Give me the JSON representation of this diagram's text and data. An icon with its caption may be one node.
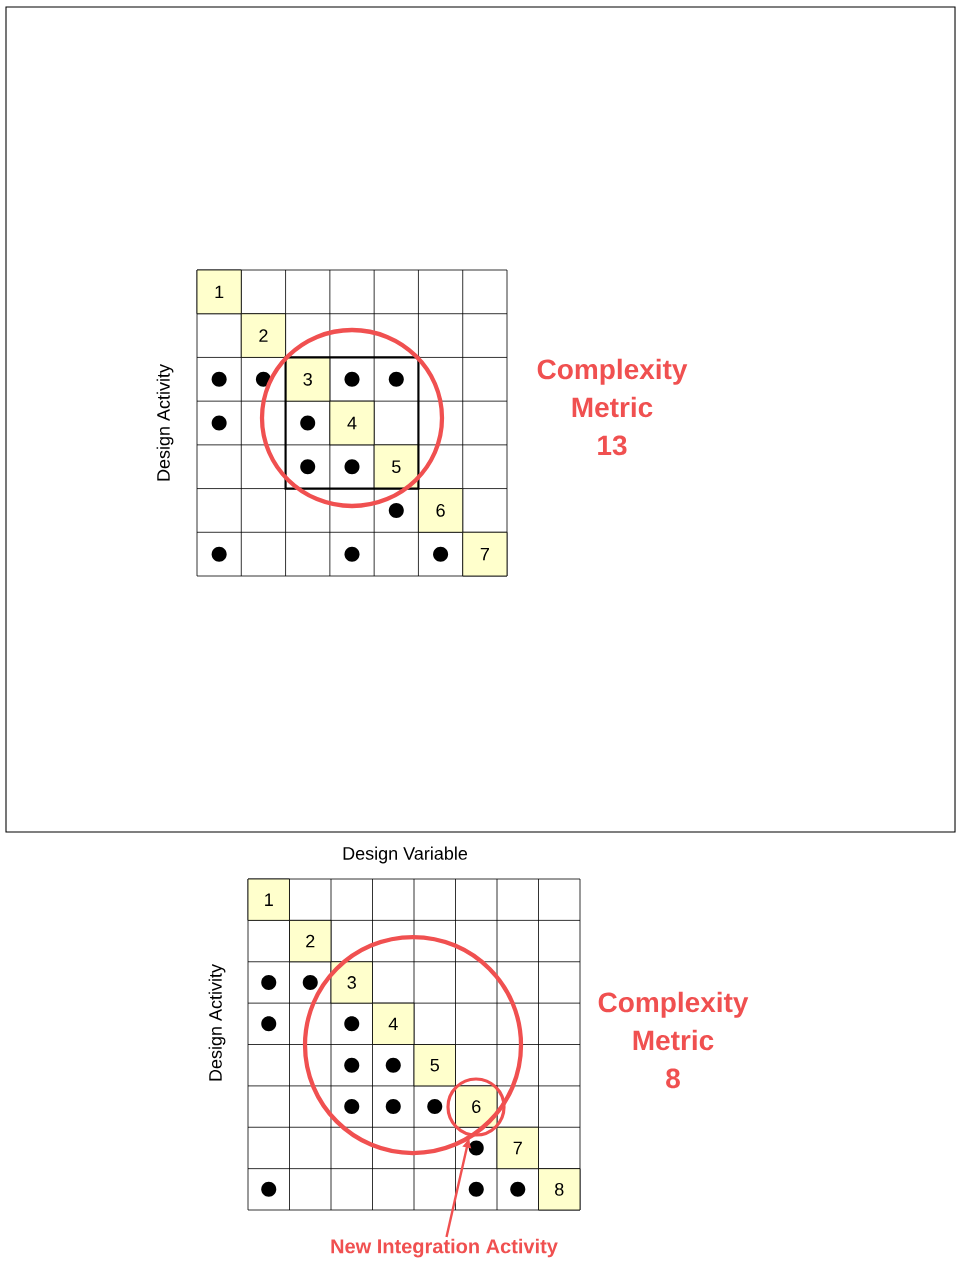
{
  "diagram": {
    "nodes": [
      {
        "text": [
          "New Integration Activity"
        ]
      },
      {
        "text": [],
        "shape": "circle"
      }
    ],
    "edges": [
      {
        "from": 0,
        "to": 1,
        "arrow": "to"
      }
    ],
    "labels": [
      "Design Activity",
      "1",
      "2",
      "3",
      "4",
      "5",
      "6",
      "7",
      "Complexity Metric 13",
      "Design Variable",
      "Design Activity",
      "1",
      "2",
      "3",
      "4",
      "5",
      "6",
      "7",
      "8",
      "Complexity Metric 8"
    ]
  }
}
